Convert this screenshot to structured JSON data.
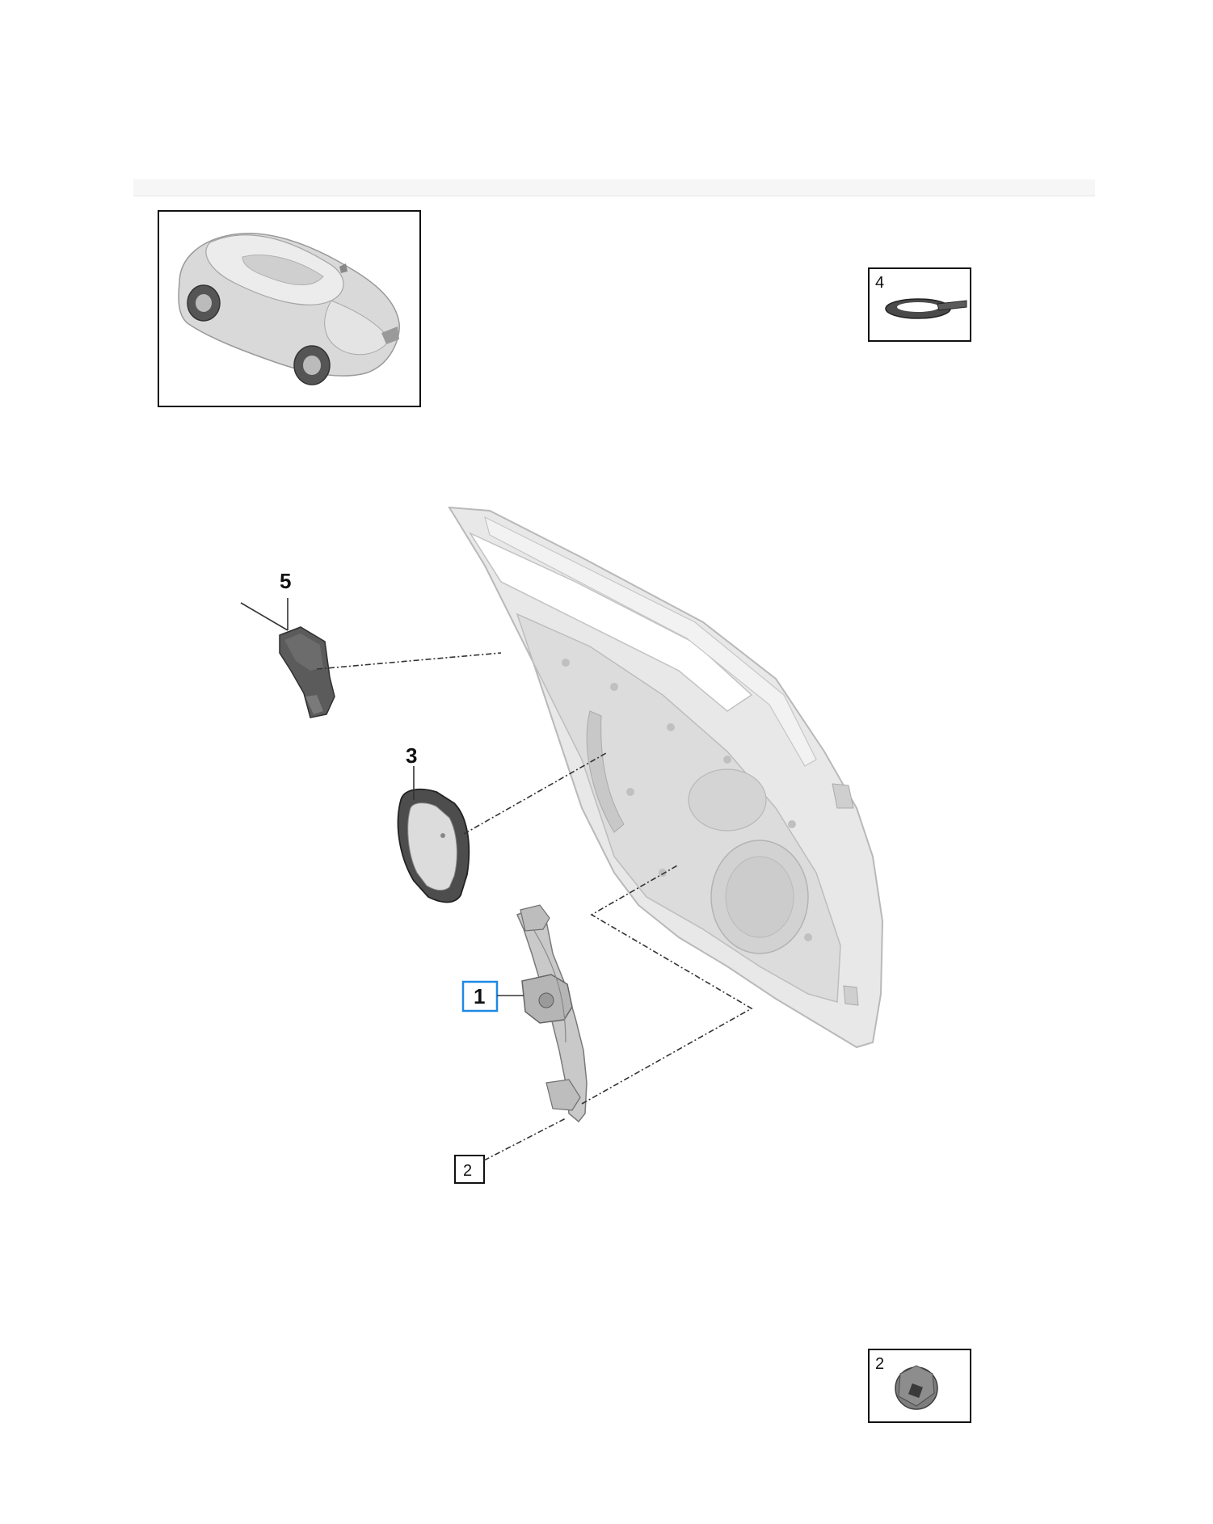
{
  "diagram": {
    "overview_thumbnail": "vehicle-overview",
    "colors": {
      "frame": "#111111",
      "selected": "#1e88e5",
      "part_light": "#e9e9e9",
      "part_mid": "#c8c8c8",
      "part_dark": "#555555"
    },
    "callouts": [
      {
        "id": "1",
        "label": "1",
        "style": "selected"
      },
      {
        "id": "2",
        "label": "2",
        "style": "boxed"
      },
      {
        "id": "3",
        "label": "3",
        "style": "plain"
      },
      {
        "id": "4",
        "label": "4",
        "style": "detail"
      },
      {
        "id": "5",
        "label": "5",
        "style": "plain"
      }
    ],
    "detail_insets": [
      {
        "label": "4",
        "icon": "seal-ring-icon"
      },
      {
        "label": "2",
        "icon": "nut-icon"
      }
    ]
  }
}
